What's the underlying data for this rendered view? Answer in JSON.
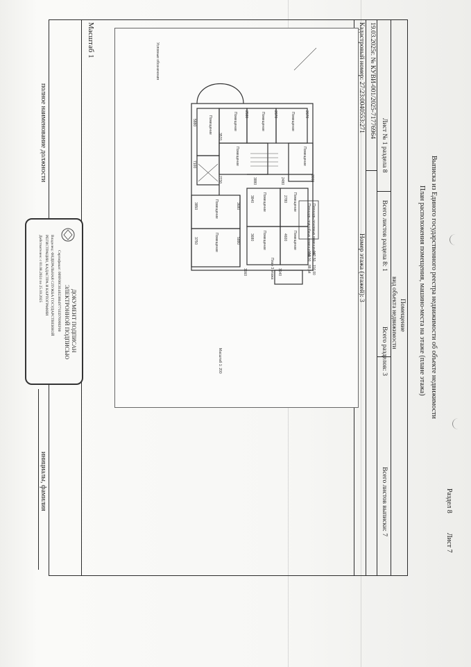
{
  "header": {
    "title": "Выписка из Единого государственного реестра недвижимости об объекте недвижимости",
    "subtitle": "План расположения помещения, машино-места на этаже (плане этажа)",
    "section": "Раздел 8",
    "sheet": "Лист 7"
  },
  "object_type": {
    "name": "Помещение",
    "caption": "вид объекта недвижимости"
  },
  "info_row": {
    "sheet_of_section": "Лист № 1 раздела 8",
    "total_sheets_section8": "Всего листов раздела 8: 1",
    "total_sections": "Всего разделов: 3",
    "total_sheets": "Всего листов выписки: 7"
  },
  "doc_row": {
    "date_number": "19.03.2025г. № КУВИ-001/2025-71776964"
  },
  "cadastral_row": {
    "cadastral": "Кадастровый номер: 27:23:0040553:271",
    "floor": "Номер этажа (этажей): 3"
  },
  "scale": "Масштаб 1",
  "plan": {
    "floor_title": "План 3 этажа",
    "scale_note": "Масштаб 1: 200",
    "legend_title": "Условные обозначения",
    "area_rows": [
      {
        "label": "Площадь основных помещений",
        "v1": "142,50",
        "v2": "116,00"
      },
      {
        "label": "Площадь подсобных помещений",
        "v1": "156,00",
        "v2": "88,54"
      }
    ],
    "room_labels": [
      "Помещение",
      "Помещение",
      "Помещение",
      "Помещение",
      "Помещение",
      "Помещение",
      "Помещение",
      "Помещение",
      "Помещение",
      "Помещение",
      "Помещение",
      "Помещение"
    ],
    "dims": [
      "5880",
      "2580",
      "2670",
      "2670",
      "3570",
      "7100",
      "2730",
      "3880",
      "2480",
      "3840",
      "2780",
      "3680",
      "4600",
      "3850",
      "3750",
      "3680",
      "5880",
      "3660",
      "3640",
      "3660"
    ]
  },
  "signature": {
    "position": "полное наименование должности",
    "initials": "инициалы, фамилия"
  },
  "stamp": {
    "line1": "ДОКУМЕНТ ПОДПИСАН",
    "line2": "ЭЛЕКТРОННОЙ ПОДПИСЬЮ",
    "cert": "Сертификат: 009F08C8140238049771ED7699EF00",
    "owner": "Владелец: ФЕДЕРАЛЬНАЯ СЛУЖБА ГОСУДАРСТВЕННОЙ",
    "owner2": "РЕГИСТРАЦИИ, КАДАСТРА И КАРТОГРАФИИ",
    "valid": "Действителен: с 01.08.2024 по 25.10.2025"
  },
  "colors": {
    "ink": "#1e1e1e",
    "border": "#2a2a2a",
    "paper": "#f7f7f5"
  }
}
